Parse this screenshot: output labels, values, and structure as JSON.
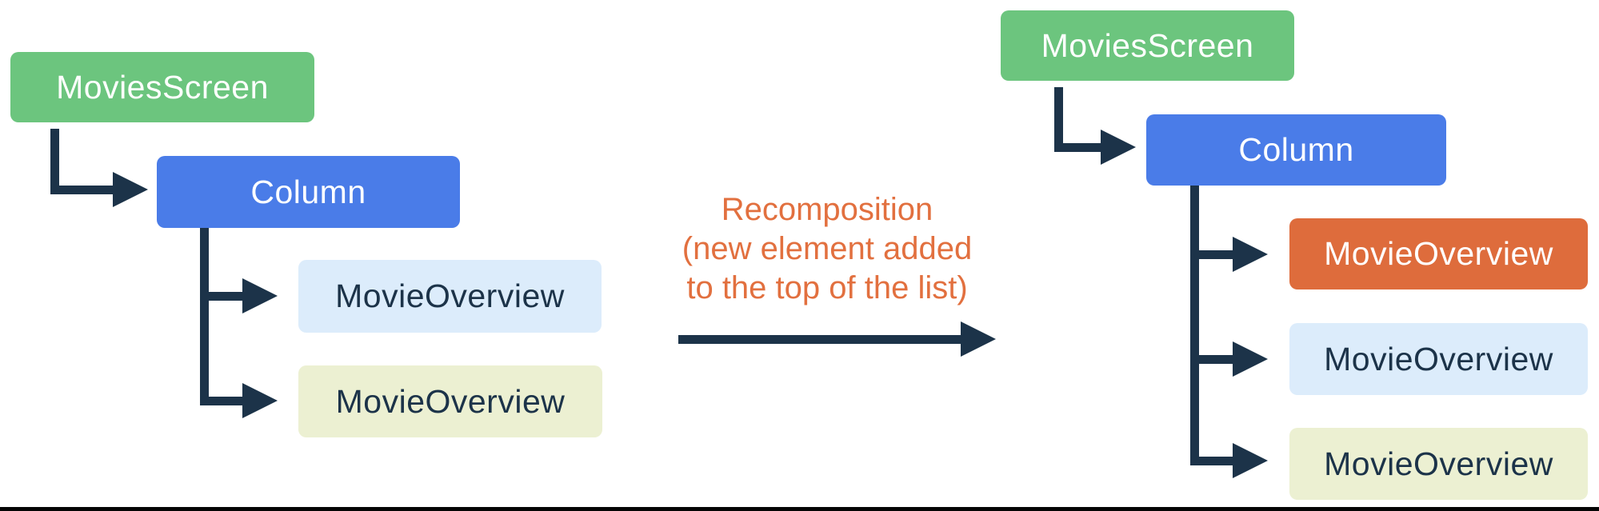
{
  "diagram": {
    "left_tree": {
      "root_label": "MoviesScreen",
      "container_label": "Column",
      "children": [
        {
          "label": "MovieOverview",
          "state": "existing"
        },
        {
          "label": "MovieOverview",
          "state": "existing"
        }
      ]
    },
    "transition": {
      "label_line1": "Recomposition",
      "label_line2": "(new element added",
      "label_line3": "to the top of the list)"
    },
    "right_tree": {
      "root_label": "MoviesScreen",
      "container_label": "Column",
      "children": [
        {
          "label": "MovieOverview",
          "state": "new"
        },
        {
          "label": "MovieOverview",
          "state": "existing"
        },
        {
          "label": "MovieOverview",
          "state": "existing"
        }
      ]
    },
    "colors": {
      "root_green": "#6CC57E",
      "container_blue": "#4A7CE8",
      "child_light_blue": "#DCECFB",
      "child_cream": "#ECF0D2",
      "child_new_orange": "#DE6C3C",
      "connector_navy": "#1C3349",
      "annotation_orange": "#E2703F",
      "bottom_line_black": "#050505"
    }
  }
}
